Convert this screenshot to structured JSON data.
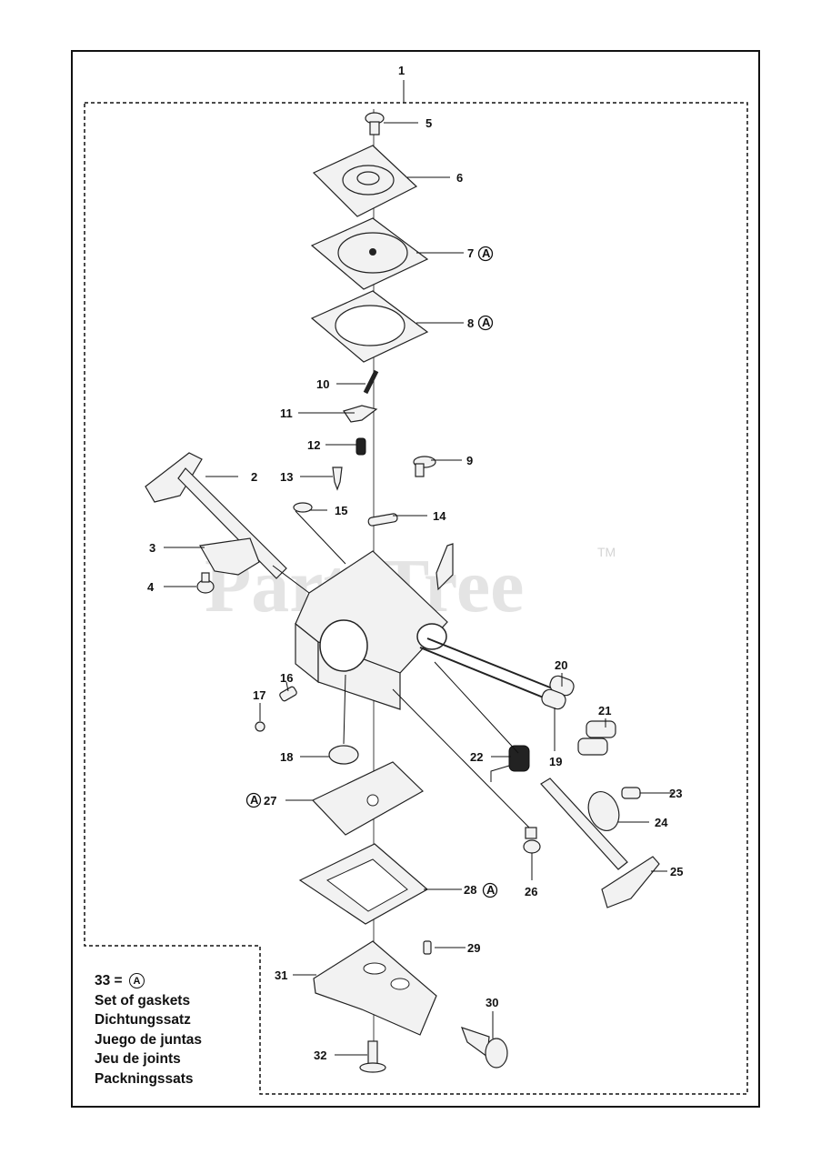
{
  "watermark": {
    "text": "PartsTree",
    "tm": "TM"
  },
  "assembly_label": "1",
  "gasket_symbol": "A",
  "callouts": [
    {
      "id": "5",
      "text": "5",
      "badge": false
    },
    {
      "id": "6",
      "text": "6",
      "badge": false
    },
    {
      "id": "7",
      "text": "7",
      "badge": true
    },
    {
      "id": "8",
      "text": "8",
      "badge": true
    },
    {
      "id": "10",
      "text": "10",
      "badge": false
    },
    {
      "id": "11",
      "text": "11",
      "badge": false
    },
    {
      "id": "12",
      "text": "12",
      "badge": false
    },
    {
      "id": "9",
      "text": "9",
      "badge": false
    },
    {
      "id": "2",
      "text": "2",
      "badge": false
    },
    {
      "id": "13",
      "text": "13",
      "badge": false
    },
    {
      "id": "15",
      "text": "15",
      "badge": false
    },
    {
      "id": "14",
      "text": "14",
      "badge": false
    },
    {
      "id": "3",
      "text": "3",
      "badge": false
    },
    {
      "id": "4",
      "text": "4",
      "badge": false
    },
    {
      "id": "20",
      "text": "20",
      "badge": false
    },
    {
      "id": "21",
      "text": "21",
      "badge": false
    },
    {
      "id": "16",
      "text": "16",
      "badge": false
    },
    {
      "id": "17",
      "text": "17",
      "badge": false
    },
    {
      "id": "19",
      "text": "19",
      "badge": false
    },
    {
      "id": "18",
      "text": "18",
      "badge": false
    },
    {
      "id": "22",
      "text": "22",
      "badge": false
    },
    {
      "id": "23",
      "text": "23",
      "badge": false
    },
    {
      "id": "27",
      "text": "27",
      "badge": true
    },
    {
      "id": "24",
      "text": "24",
      "badge": false
    },
    {
      "id": "25",
      "text": "25",
      "badge": false
    },
    {
      "id": "28",
      "text": "28",
      "badge": true
    },
    {
      "id": "26",
      "text": "26",
      "badge": false
    },
    {
      "id": "29",
      "text": "29",
      "badge": false
    },
    {
      "id": "31",
      "text": "31",
      "badge": false
    },
    {
      "id": "30",
      "text": "30",
      "badge": false
    },
    {
      "id": "32",
      "text": "32",
      "badge": false
    }
  ],
  "legend": {
    "kit_line": {
      "number": "33 =",
      "symbol": "A"
    },
    "translations": [
      "Set of gaskets",
      "Dichtungssatz",
      "Juego de juntas",
      "Jeu de joints",
      "Packningssats"
    ]
  }
}
